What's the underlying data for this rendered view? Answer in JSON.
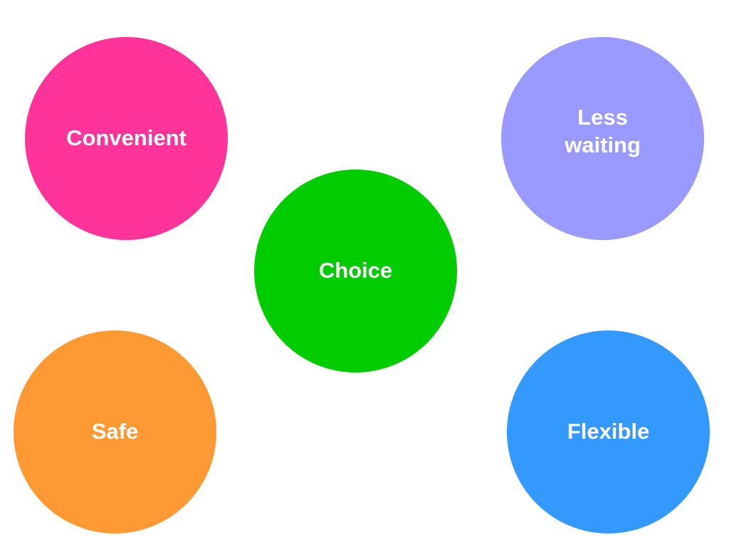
{
  "bubbles": [
    {
      "label": "Convenient",
      "color": "#ff3399"
    },
    {
      "label_lines": [
        "Less",
        "waiting"
      ],
      "color": "#9999ff"
    },
    {
      "label": "Choice",
      "color": "#00cc00"
    },
    {
      "label": "Safe",
      "color": "#ff9933"
    },
    {
      "label": "Flexible",
      "color": "#3399ff"
    }
  ]
}
